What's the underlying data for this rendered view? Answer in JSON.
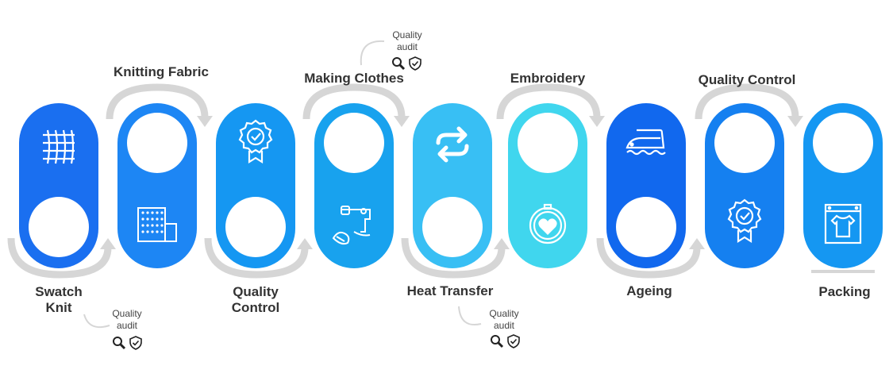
{
  "steps": [
    {
      "label": "Swatch\nKnit",
      "color": "#1a6ff0",
      "icon": "fabric-weave-icon"
    },
    {
      "label": "Knitting Fabric",
      "color": "#1d86f4",
      "icon": "knitting-machine-icon"
    },
    {
      "label": "Quality\nControl",
      "color": "#1597f2",
      "icon": "quality-badge-icon"
    },
    {
      "label": "Making Clothes",
      "color": "#18a2ee",
      "icon": "sewing-machine-icon"
    },
    {
      "label": "Heat Transfer",
      "color": "#38bff4",
      "icon": "transfer-arrows-icon"
    },
    {
      "label": "Embroidery",
      "color": "#40d6ee",
      "icon": "embroidery-hoop-icon"
    },
    {
      "label": "Ageing",
      "color": "#1168ee",
      "icon": "steam-iron-icon"
    },
    {
      "label": "Quality Control",
      "color": "#1580f0",
      "icon": "quality-badge-icon"
    },
    {
      "label": "Packing",
      "color": "#1597f2",
      "icon": "packed-shirt-icon"
    }
  ],
  "quality_audit": {
    "label": "Quality\naudit",
    "icons": [
      "magnifier-icon",
      "shield-check-icon"
    ]
  },
  "colors": {
    "text": "#333333",
    "arc": "#d6d6d6",
    "hole": "#ffffff",
    "icon_stroke": "#ffffff"
  }
}
